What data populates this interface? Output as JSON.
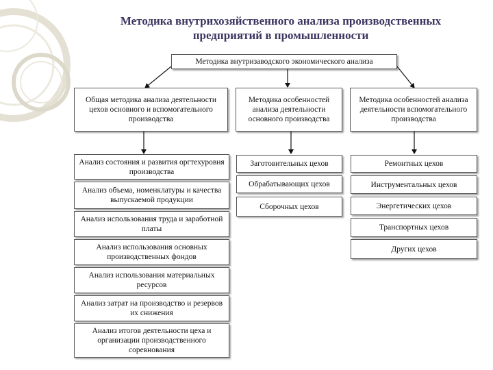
{
  "title": {
    "line1": "Методика внутрихозяйственного анализа производственных",
    "line2": "предприятий в промышленности"
  },
  "root": "Методика внутризаводского экономического анализа",
  "categories": [
    "Общая методика анализа деятельности цехов основного и вспомогательного производства",
    "Методика особенностей анализа деятельности основного производства",
    "Методика особенностей анализа деятельности вспомогательного производства"
  ],
  "column1": [
    "Анализ состояния и развития оргтехуровня производства",
    "Анализ объема, номенклатуры и качества выпускаемой продукции",
    "Анализ использования труда и заработной платы",
    "Анализ использования основных производственных фондов",
    "Анализ использования материальных ресурсов",
    "Анализ затрат на производство и резервов их снижения",
    "Анализ итогов деятельности цеха и организации производственного соревнования"
  ],
  "column2": [
    "Заготовительных цехов",
    "Обрабатывающих цехов",
    "Сборочных цехов"
  ],
  "column3": [
    "Ремонтных цехов",
    "Инструментальных цехов",
    "Энергетических цехов",
    "Транспортных цехов",
    "Других цехов"
  ],
  "colors": {
    "title": "#3b3660",
    "border": "#555555",
    "decor_ring": "#d9d5c7"
  }
}
